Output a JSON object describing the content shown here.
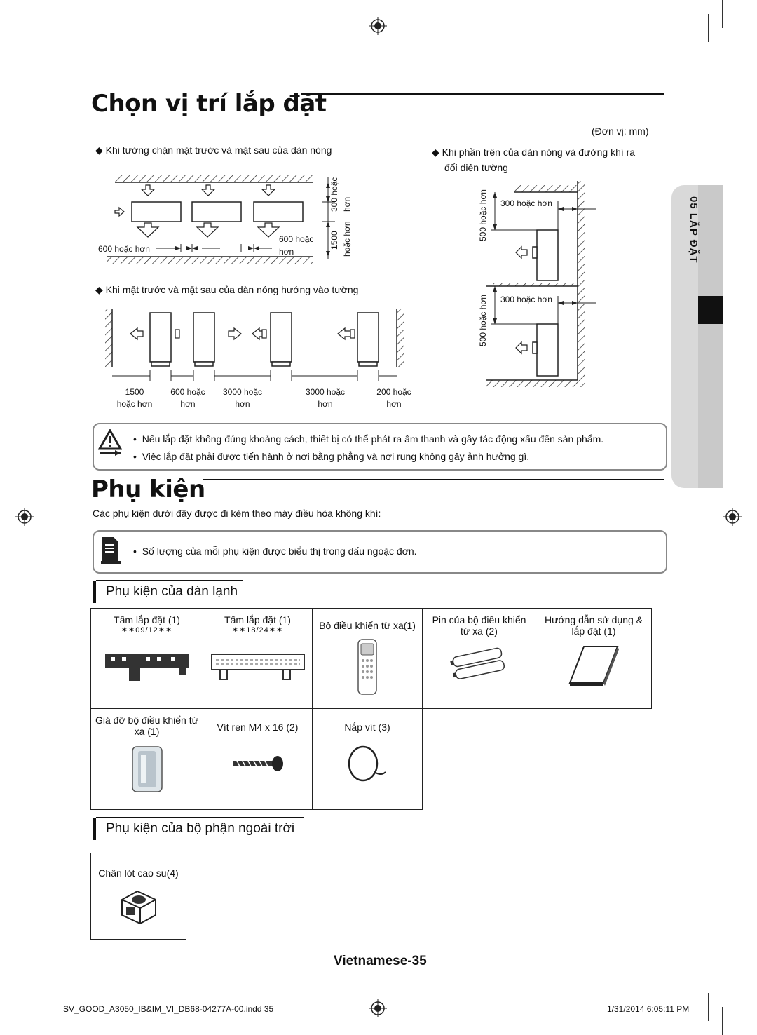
{
  "section1": {
    "title": "Chọn vị trí lắp đặt",
    "unit": "(Đơn vị: mm)",
    "left_case1": "Khi tường chặn mặt trước và mặt sau của dàn nóng",
    "left_case2": "Khi mặt trước và mặt sau của dàn nóng hướng vào tường",
    "right_case_line1": "Khi phần trên của dàn nóng và đường khí ra",
    "right_case_line2": "đối diện tường",
    "diag1": {
      "d600_left": "600 hoặc hơn",
      "d600_right_1": "600 hoặc",
      "d600_right_2": "hơn",
      "d300_1": "300 hoặc",
      "d300_2": "hơn",
      "d1500_1": "1500",
      "d1500_2": "hoặc hơn"
    },
    "diag2": {
      "l1a": "1500",
      "l1b": "hoặc hơn",
      "l2a": "600 hoặc",
      "l2b": "hơn",
      "l3a": "3000 hoặc",
      "l3b": "hơn",
      "l4a": "3000 hoặc",
      "l4b": "hơn",
      "l5a": "200 hoặc",
      "l5b": "hơn"
    },
    "diag3": {
      "top300": "300 hoặc hơn",
      "top500": "500 hoặc hơn",
      "bot300": "300 hoặc hơn",
      "bot500": "500 hoặc hơn"
    },
    "warn1": "Nếu lắp đặt không đúng khoảng cách, thiết bị có thể phát ra âm thanh và gây tác động xấu đến sản phẩm.",
    "warn2": "Việc lắp đặt phải được tiến hành ở nơi bằng phẳng và nơi rung không gây ảnh hưởng gì."
  },
  "section2": {
    "title": "Phụ kiện",
    "intro": "Các phụ kiện dưới đây được đi kèm theo máy điều hòa không khí:",
    "note": "Số lượng của mỗi phụ kiện được biểu thị trong dấu ngoặc đơn.",
    "indoor_heading": "Phụ kiện của dàn lạnh",
    "indoor_items": [
      {
        "label": "Tấm lắp đặt (1)",
        "sub": "✶✶09/12✶✶"
      },
      {
        "label": "Tấm lắp đặt (1)",
        "sub": "✶✶18/24✶✶"
      },
      {
        "label": "Bộ điều khiển từ xa(1)",
        "sub": ""
      },
      {
        "label": "Pin của bộ điều khiển từ xa (2)",
        "sub": ""
      },
      {
        "label": "Hướng dẫn sử dụng & lắp đặt (1)",
        "sub": ""
      },
      {
        "label": "Giá đỡ bộ điều khiển từ xa (1)",
        "sub": ""
      },
      {
        "label": "Vít ren M4 x 16 (2)",
        "sub": ""
      },
      {
        "label": "Nắp vít (3)",
        "sub": ""
      }
    ],
    "outdoor_heading": "Phụ kiện của bộ phận ngoài trời",
    "outdoor_items": [
      {
        "label": "Chân lót cao su(4)"
      }
    ]
  },
  "side_tab": {
    "label": "05 LẮP ĐẶT"
  },
  "footer": {
    "page": "Vietnamese-35",
    "file": "SV_GOOD_A3050_IB&IM_VI_DB68-04277A-00.indd   35",
    "date": "1/31/2014   6:05:11 PM"
  }
}
